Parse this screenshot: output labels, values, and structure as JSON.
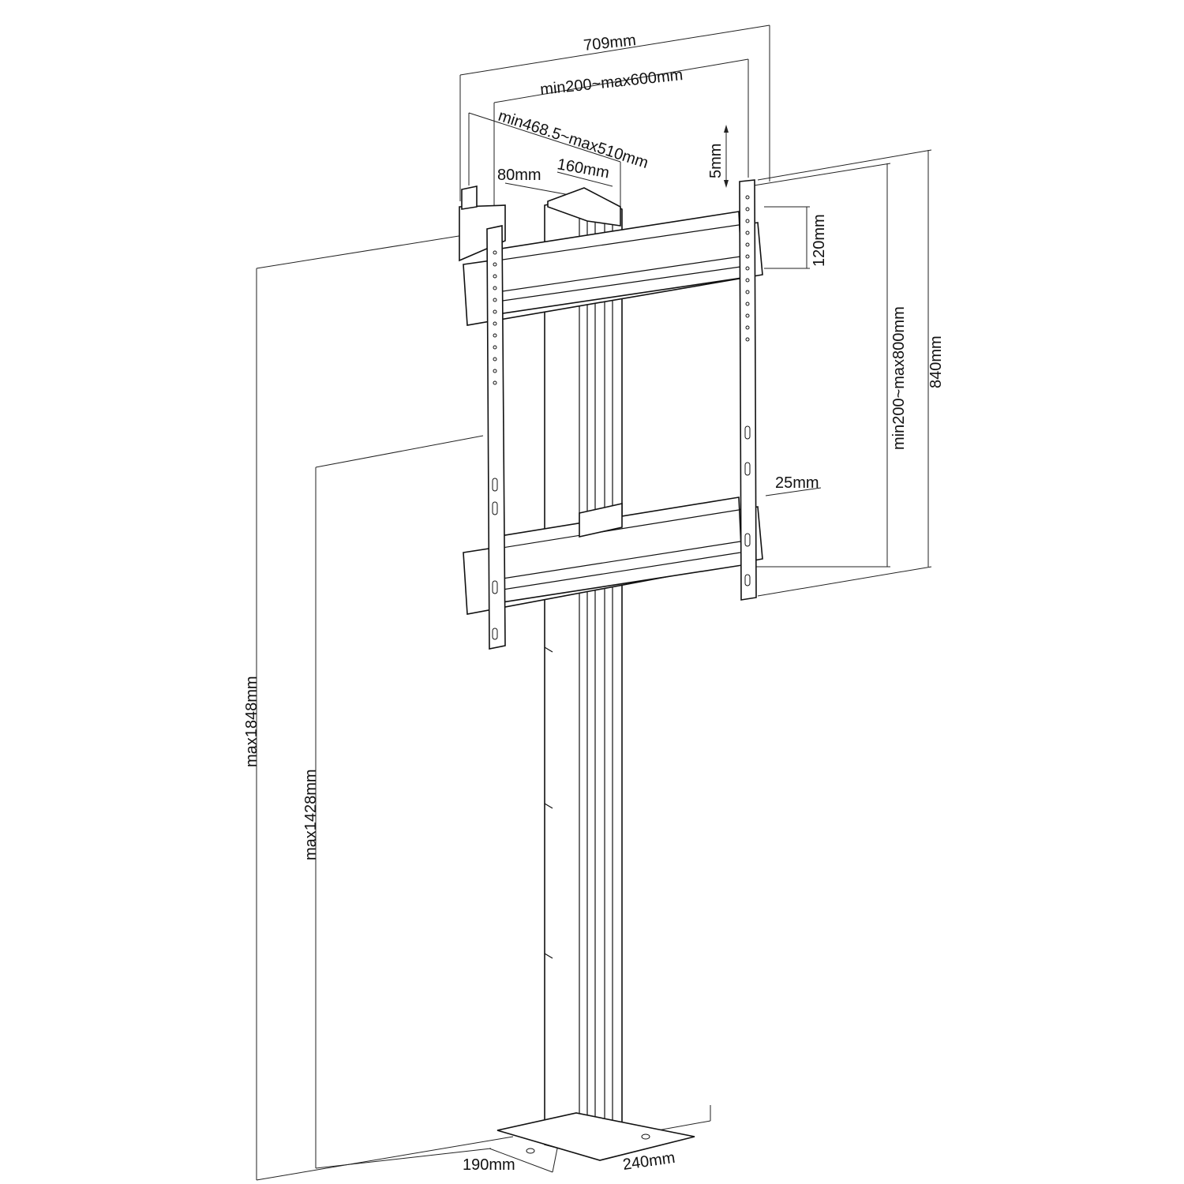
{
  "dimensions": {
    "overall_width": "709mm",
    "vesa_horizontal": "min200~max600mm",
    "rail_length": "min468.5~max510mm",
    "depth_small": "80mm",
    "depth_large": "160mm",
    "offset_5": "5mm",
    "rail_height": "120mm",
    "vesa_vertical": "min200~max800mm",
    "overall_height_bracket": "840mm",
    "gap_25": "25mm",
    "max_height_total": "max1848mm",
    "max_height_center": "max1428mm",
    "base_depth": "190mm",
    "base_width": "240mm"
  },
  "colors": {
    "line": "#111111",
    "background": "#ffffff"
  }
}
